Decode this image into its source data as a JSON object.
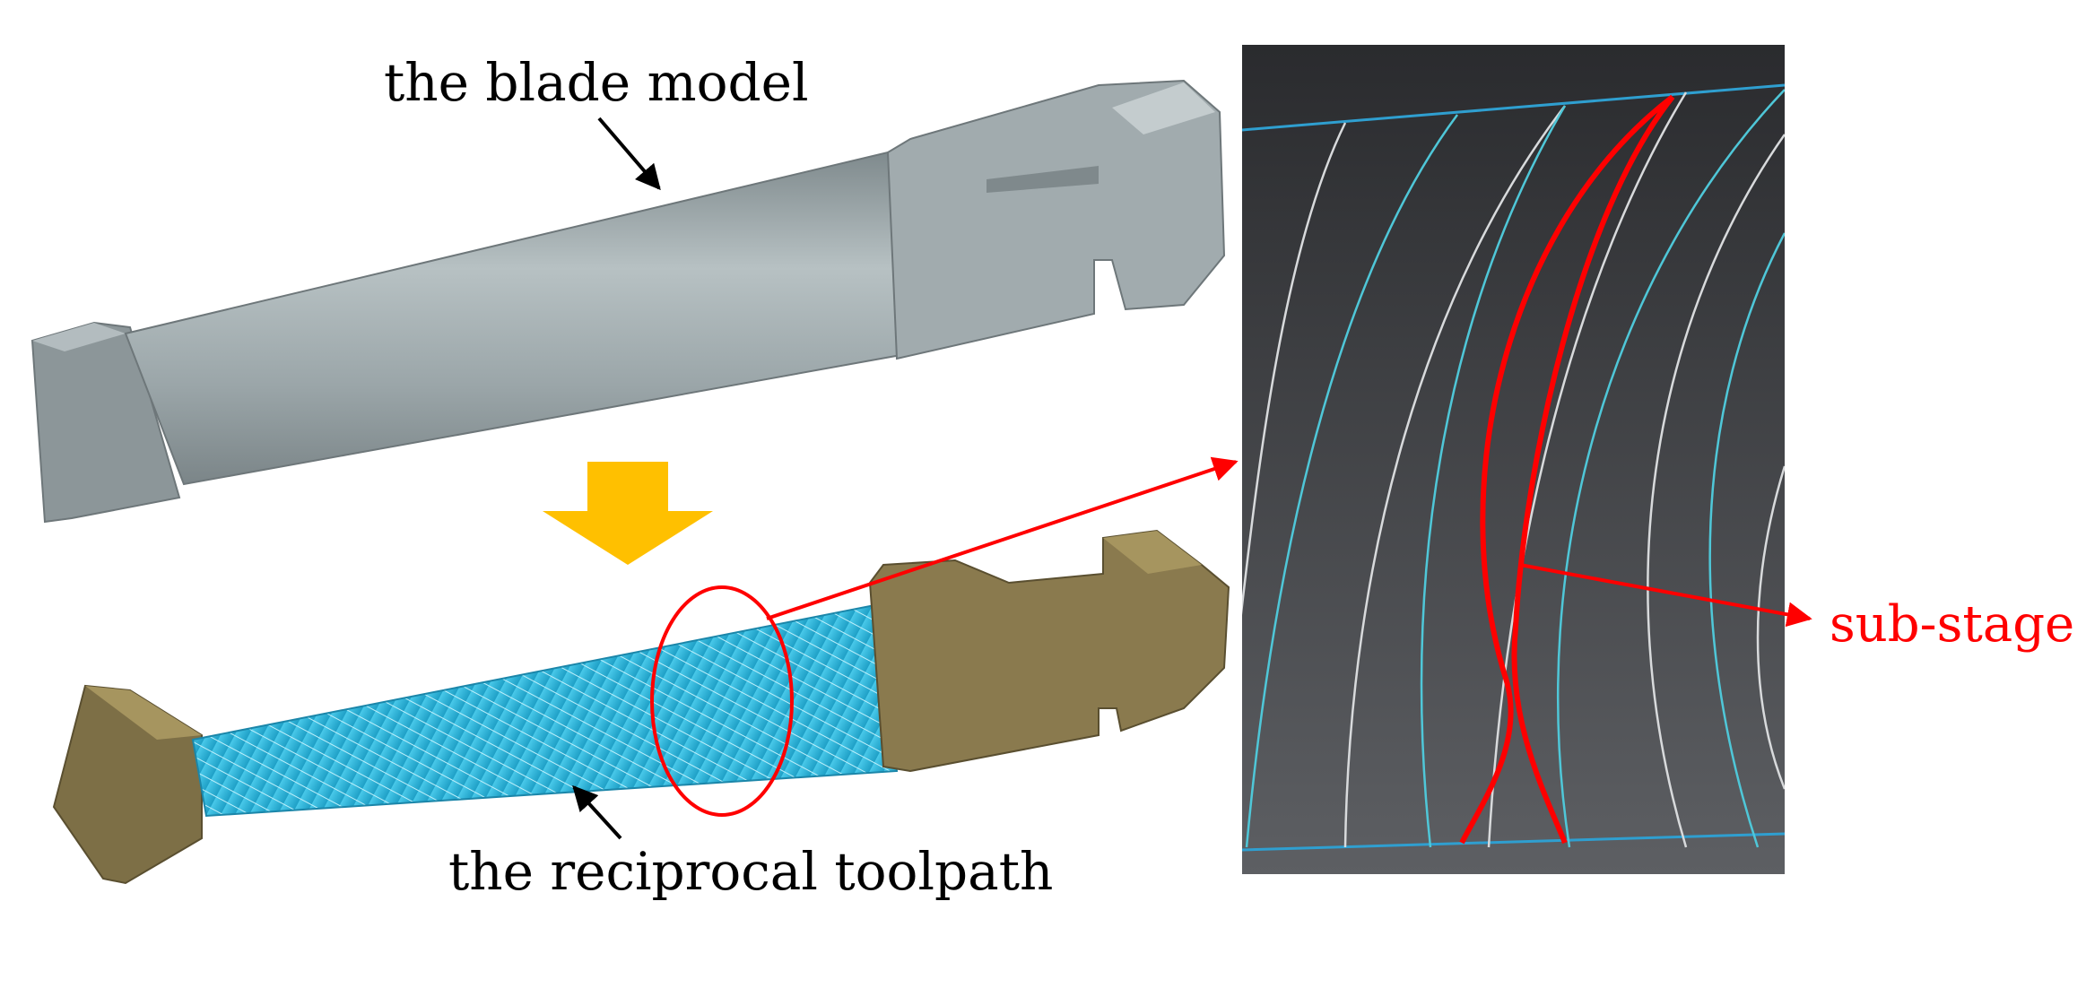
{
  "labels": {
    "blade_model": "the blade model",
    "toolpath": "the reciprocal toolpath",
    "substage": "sub-stage"
  },
  "colors": {
    "blade_grey": "#9aa6a8",
    "machined_gold": "#8a7a4e",
    "toolpath_cyan": "#27b3d9",
    "highlight_red": "#ff0000",
    "down_arrow": "#ffc000",
    "zoom_background": "#2b2d30",
    "zoom_path_cyan": "#4fc7d8",
    "zoom_path_white": "#d8dadc"
  },
  "icons": {
    "process_arrow": "down-arrow-icon",
    "pointer_arrow": "arrow-icon"
  }
}
